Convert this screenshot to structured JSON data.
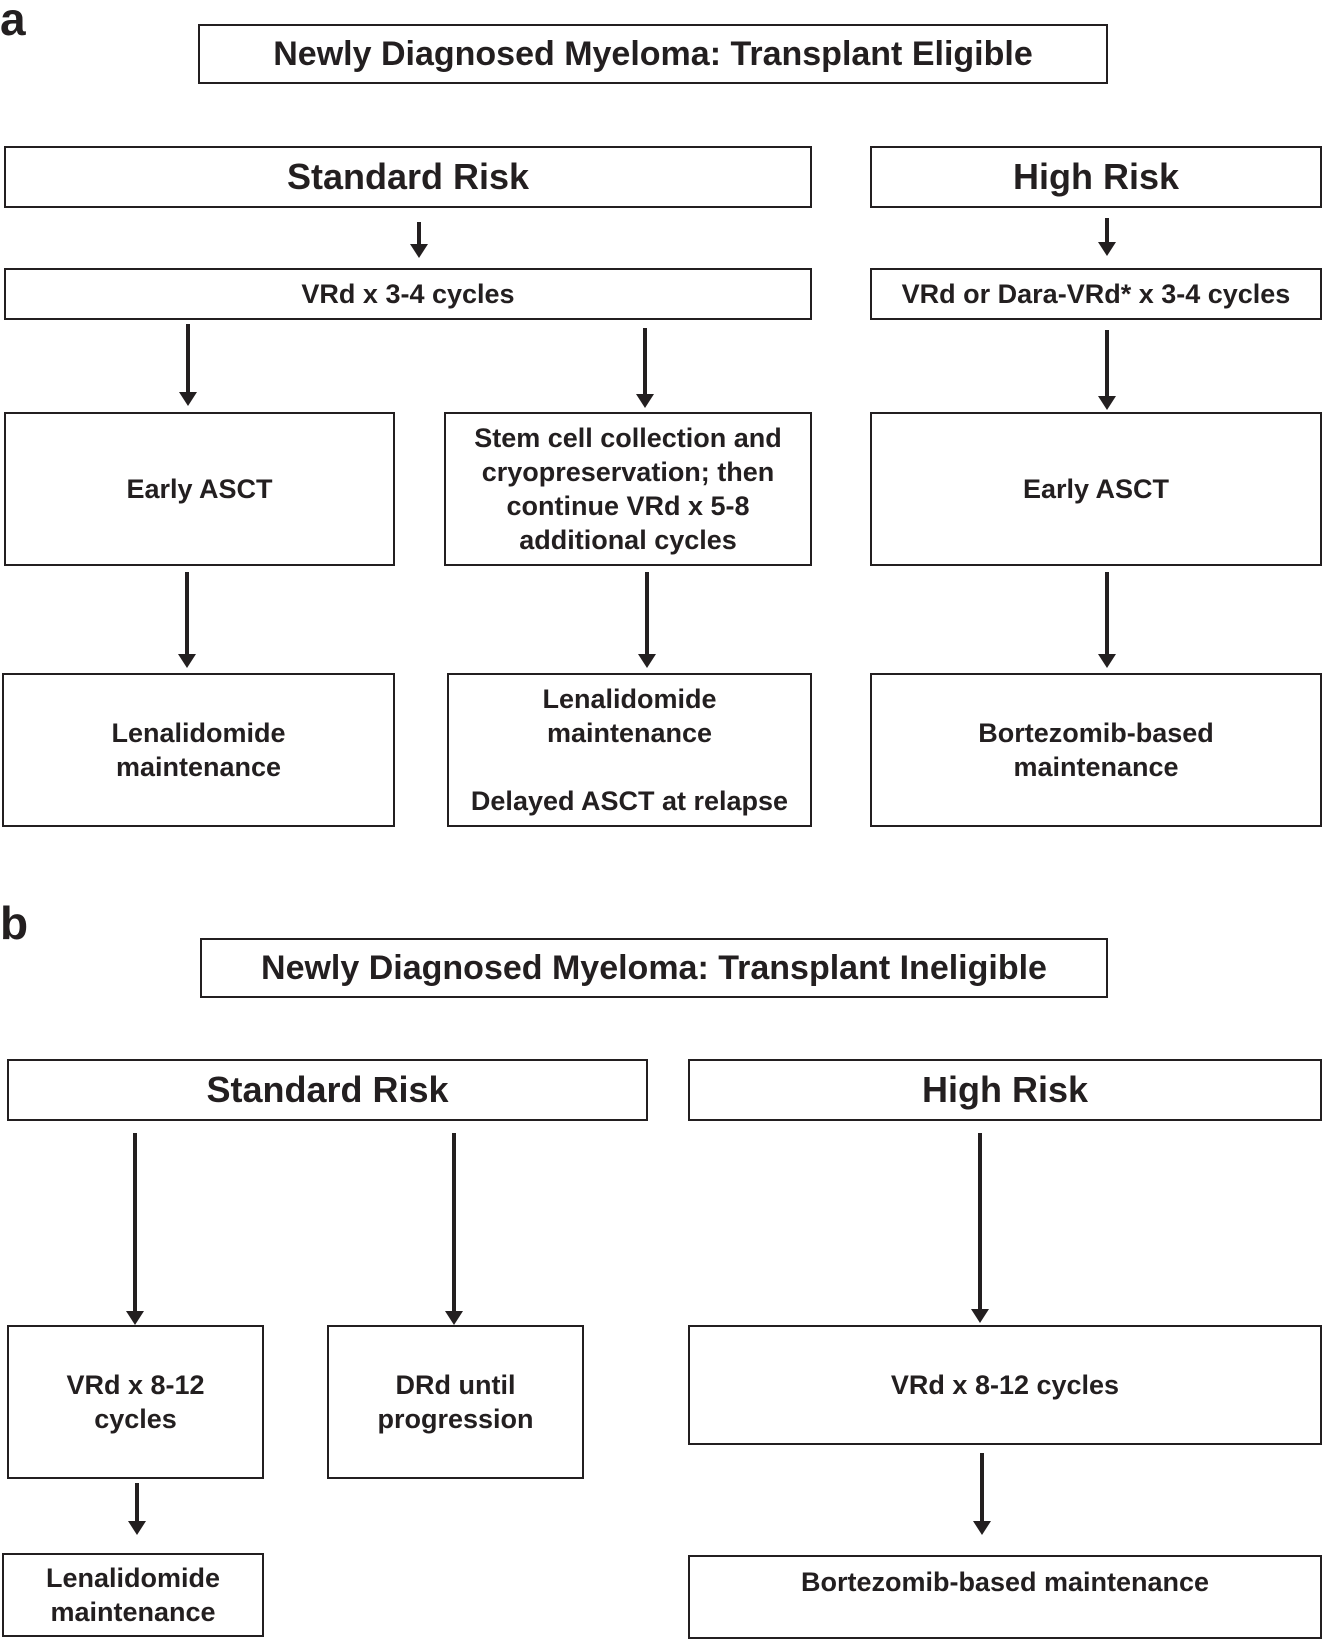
{
  "panel_a": {
    "letter": "a",
    "title": "Newly Diagnosed Myeloma: Transplant Eligible",
    "standard": {
      "header": "Standard Risk",
      "induction": "VRd x 3-4 cycles",
      "left_step": "Early ASCT",
      "right_step": [
        "Stem cell collection and",
        "cryopreservation; then",
        "continue VRd x 5-8",
        "additional cycles"
      ],
      "left_maint": [
        "Lenalidomide",
        "maintenance"
      ],
      "right_maint": [
        "Lenalidomide",
        "maintenance"
      ],
      "right_maint_extra": "Delayed ASCT at relapse"
    },
    "high": {
      "header": "High Risk",
      "induction": "VRd or Dara-VRd* x 3-4 cycles",
      "step": "Early ASCT",
      "maint": [
        "Bortezomib-based",
        "maintenance"
      ]
    }
  },
  "panel_b": {
    "letter": "b",
    "title": "Newly Diagnosed Myeloma: Transplant Ineligible",
    "standard": {
      "header": "Standard Risk",
      "left_tx": [
        "VRd x 8-12",
        "cycles"
      ],
      "right_tx": [
        "DRd until",
        "progression"
      ],
      "left_maint": [
        "Lenalidomide",
        "maintenance"
      ]
    },
    "high": {
      "header": "High Risk",
      "tx": "VRd x 8-12 cycles",
      "maint": "Bortezomib-based maintenance"
    }
  }
}
